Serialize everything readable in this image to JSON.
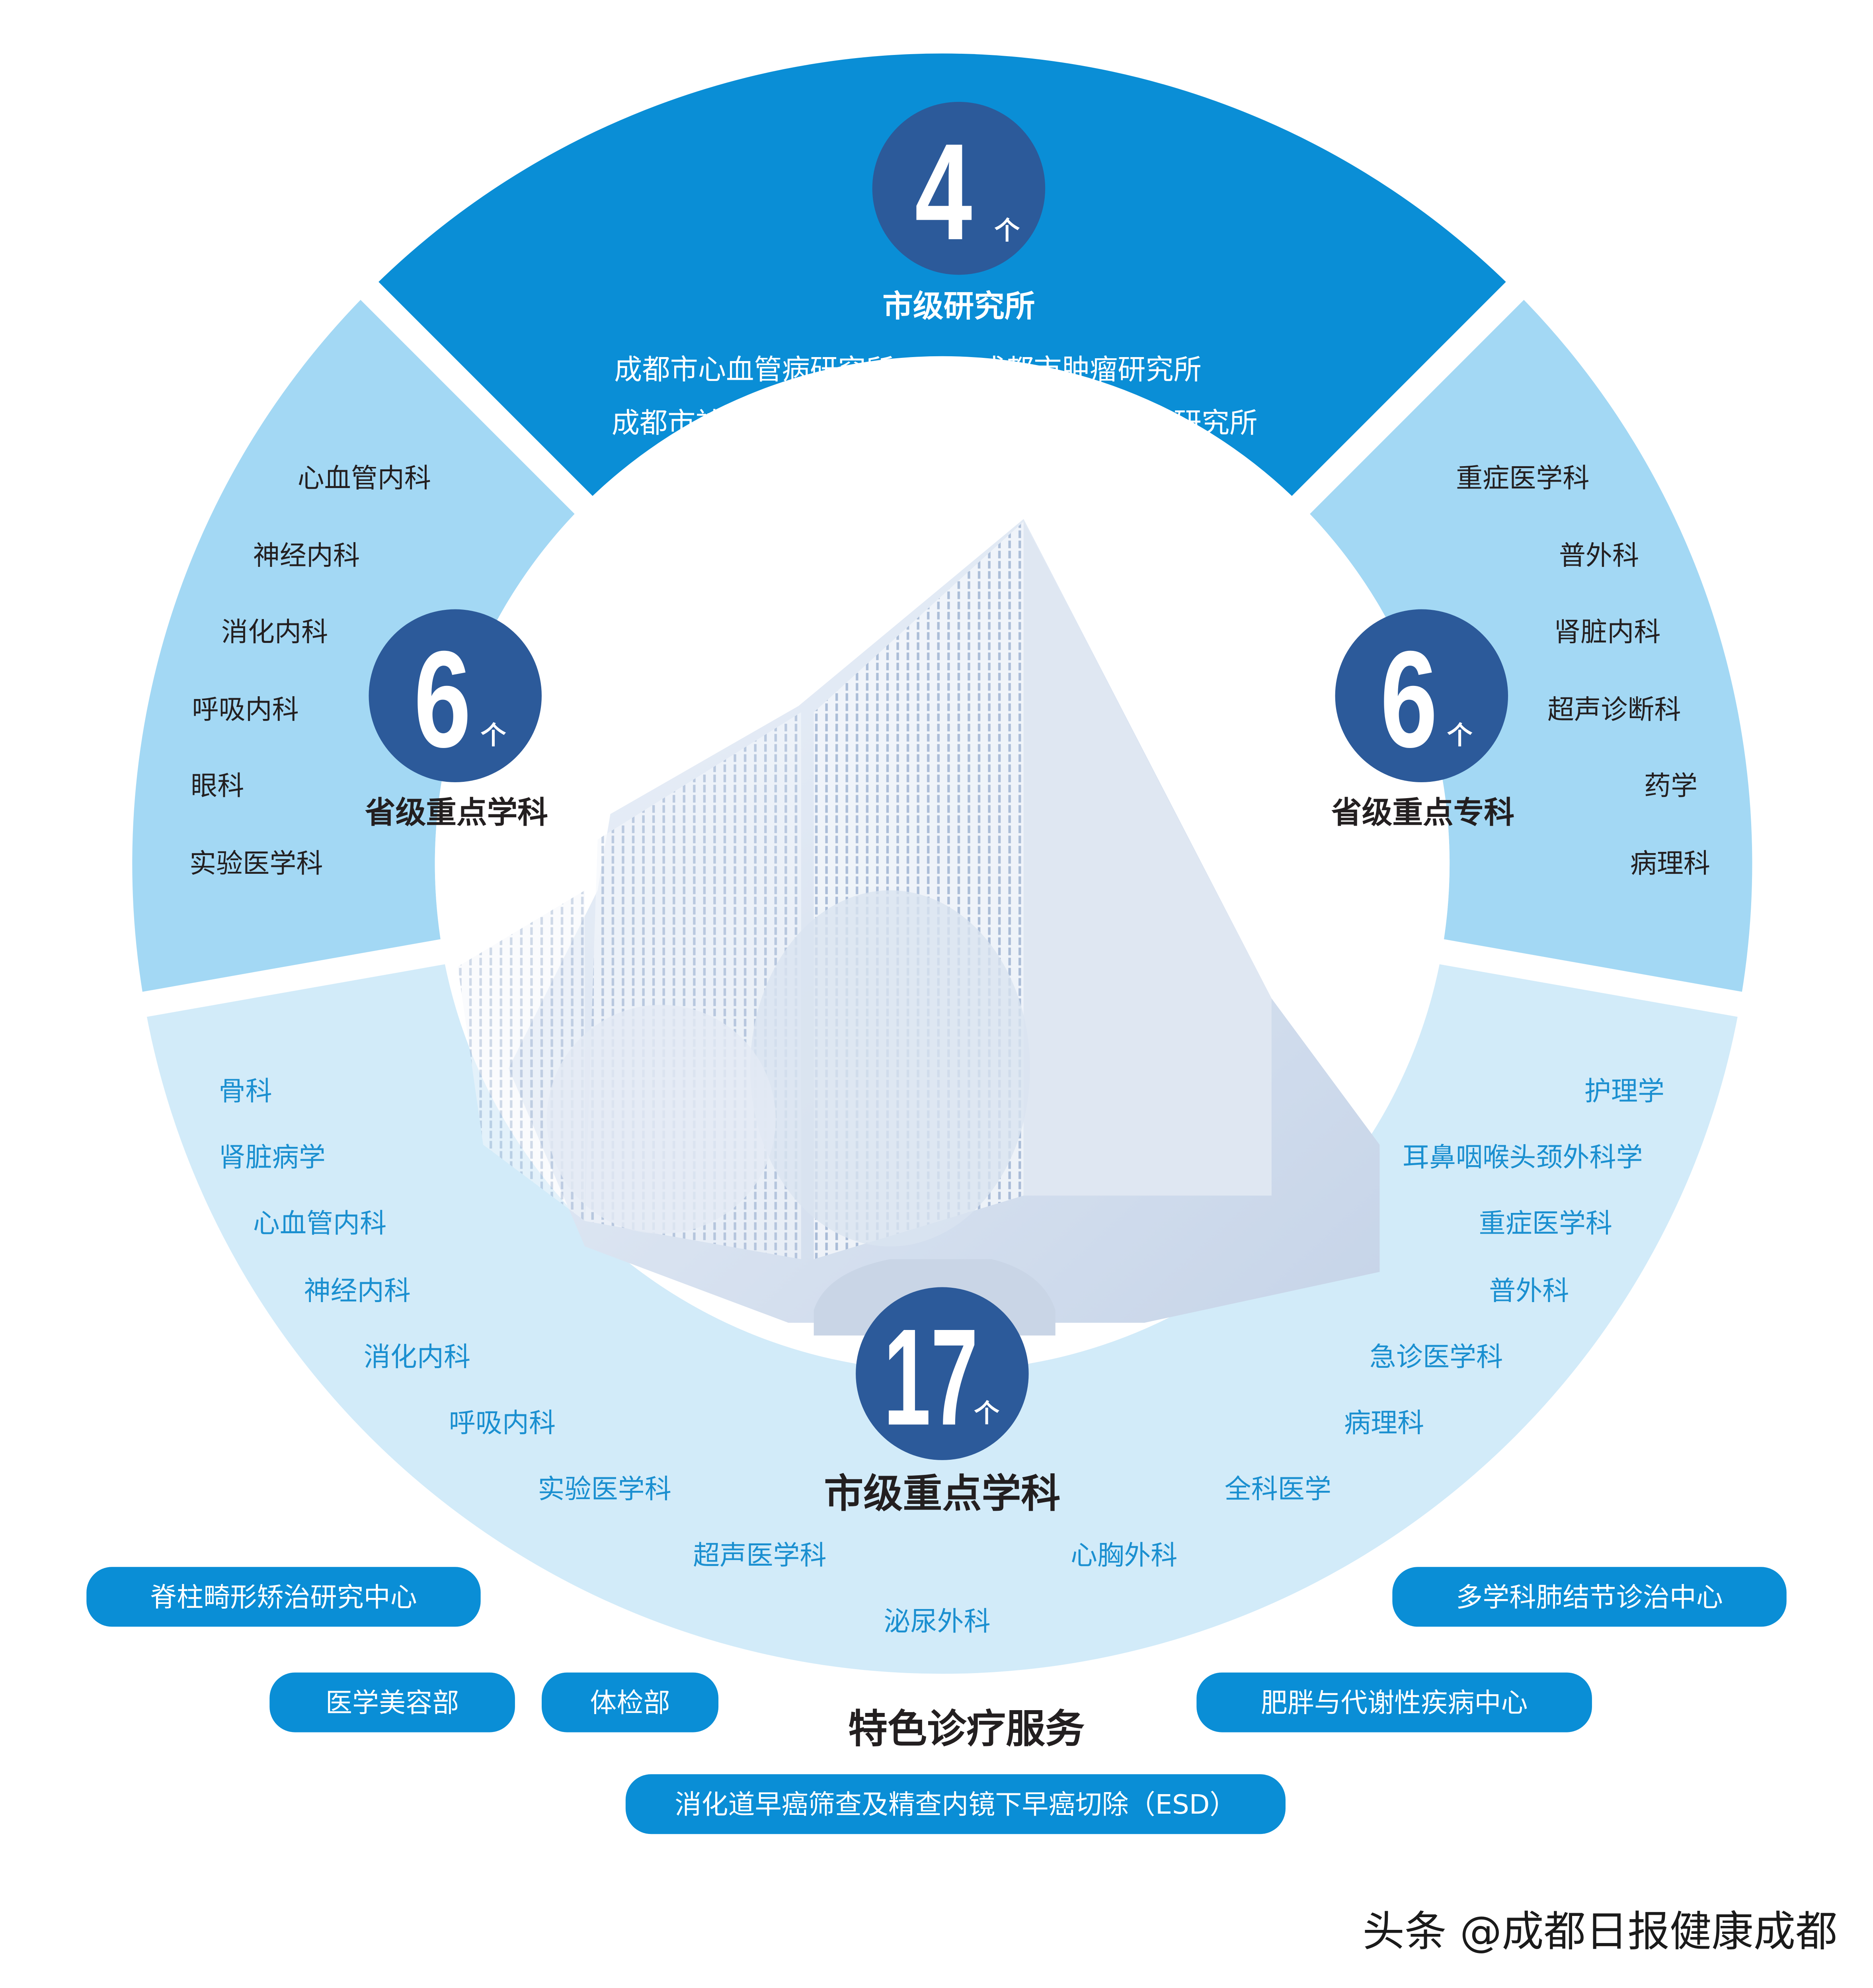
{
  "colors": {
    "top_sector": "#0a8ed6",
    "side_sector": "#a3d8f4",
    "bottom_ring": "#d2ebf9",
    "badge": "#2c5a9a",
    "pill": "#0a8ed6",
    "blue_text": "#1a8fd0"
  },
  "top": {
    "number": "4",
    "unit": "个",
    "title": "市级研究所",
    "institutes": [
      "成都市心血管病研究所",
      "成都市肿瘤研究所",
      "成都市神经疾病研究所",
      "成都市呼吸健康研究所"
    ]
  },
  "left": {
    "number": "6",
    "unit": "个",
    "title": "省级重点学科",
    "items": [
      "心血管内科",
      "神经内科",
      "消化内科",
      "呼吸内科",
      "眼科",
      "实验医学科"
    ]
  },
  "right": {
    "number": "6",
    "unit": "个",
    "title": "省级重点专科",
    "items": [
      "重症医学科",
      "普外科",
      "肾脏内科",
      "超声诊断科",
      "药学",
      "病理科"
    ]
  },
  "bottom": {
    "number": "17",
    "unit": "个",
    "title": "市级重点学科",
    "left_items": [
      "骨科",
      "肾脏病学",
      "心血管内科",
      "神经内科",
      "消化内科",
      "呼吸内科",
      "实验医学科",
      "超声医学科",
      "泌尿外科"
    ],
    "right_items": [
      "护理学",
      "耳鼻咽喉头颈外科学",
      "重症医学科",
      "普外科",
      "急诊医学科",
      "病理科",
      "全科医学",
      "心胸外科"
    ]
  },
  "services": {
    "title": "特色诊疗服务",
    "pills": [
      "脊柱畸形矫治研究中心",
      "多学科肺结节诊治中心",
      "医学美容部",
      "体检部",
      "肥胖与代谢性疾病中心",
      "消化道早癌筛查及精查内镜下早癌切除（ESD）"
    ]
  },
  "watermark": "头条 @成都日报健康成都"
}
